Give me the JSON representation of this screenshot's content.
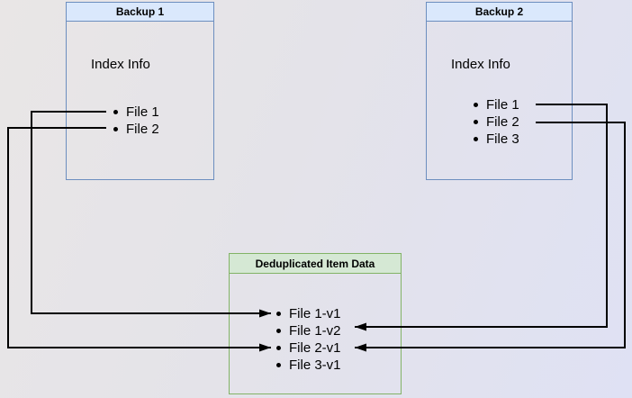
{
  "diagram": {
    "backup1": {
      "title": "Backup 1",
      "section_label": "Index Info",
      "files": [
        "File 1",
        "File 2"
      ]
    },
    "backup2": {
      "title": "Backup 2",
      "section_label": "Index Info",
      "files": [
        "File 1",
        "File 2",
        "File 3"
      ]
    },
    "dedup": {
      "title": "Deduplicated Item Data",
      "items": [
        "File 1-v1",
        "File 1-v2",
        "File 2-v1",
        "File 3-v1"
      ]
    },
    "connections": [
      {
        "from": "Backup 1 / File 1",
        "to": "File 1-v1"
      },
      {
        "from": "Backup 1 / File 2",
        "to": "File 2-v1"
      },
      {
        "from": "Backup 2 / File 1",
        "to": "File 1-v2"
      },
      {
        "from": "Backup 2 / File 2",
        "to": "File 2-v1"
      }
    ],
    "colors": {
      "backup_header_fill": "#dae8fc",
      "backup_border": "#6c8ebf",
      "dedup_header_fill": "#d5e8d4",
      "dedup_border": "#82b366",
      "connector": "#000000",
      "background_left": "#e9e6e6",
      "background_right": "#dfe1f4"
    }
  }
}
